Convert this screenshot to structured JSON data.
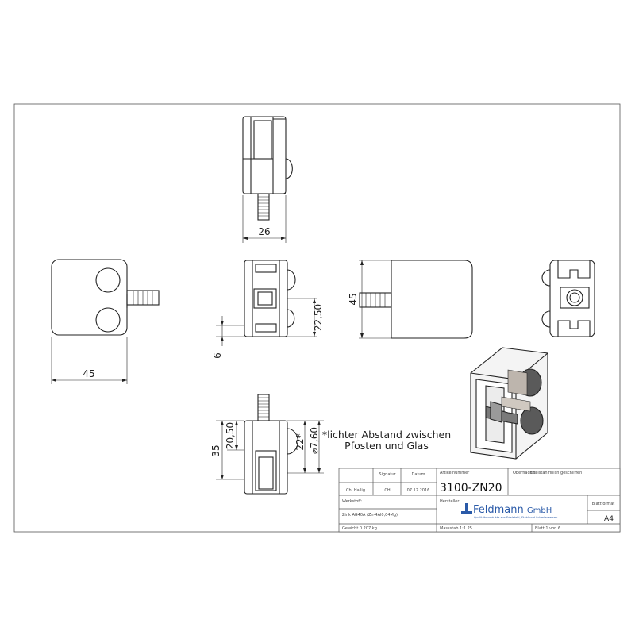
{
  "dimensions": {
    "top_width": "26",
    "side_width": "45",
    "front_bolt_offset": "6",
    "front_hole_center": "22,50",
    "right_height": "45",
    "sect_total": "35",
    "sect_mid": "20,50",
    "sect_gap": "22*",
    "sect_dia": "⌀7,60"
  },
  "note": {
    "line1": "*lichter Abstand zwischen",
    "line2": "Pfosten und Glas"
  },
  "title_block": {
    "headers": {
      "name": "",
      "signature": "Signatur",
      "date": "Datum"
    },
    "row": {
      "name": "Ch. Hallig",
      "signature": "CH",
      "date": "07.12.2016"
    },
    "article_label": "Artikelnummer",
    "article_number": "3100-ZN20",
    "surface_label": "Oberfläche:",
    "surface_value": "Edelstahlfinish geschliffen",
    "material_label": "Werkstoff:",
    "material_value": "Zink AG40A (Zn-4Al0,04Mg)",
    "manufacturer_label": "Hersteller:",
    "brand_name": "Feldmann",
    "brand_suffix": "GmbH",
    "brand_tagline": "Qualitätsprodukte aus Edelstahl, Stahl und Schmiedeeisen",
    "format_label": "Blattformat",
    "format_value": "A4",
    "weight": "Gewicht 0.207 kg",
    "scale": "Massstab 1:1.25",
    "sheet": "Blatt 1 von 6"
  }
}
